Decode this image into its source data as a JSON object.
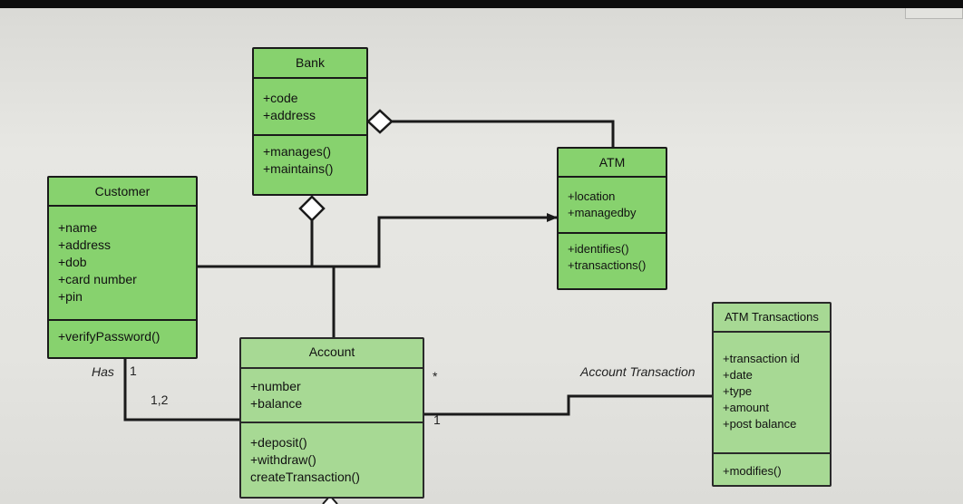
{
  "classes": {
    "bank": {
      "name": "Bank",
      "attributes": [
        "+code",
        "+address"
      ],
      "operations": [
        "+manages()",
        "+maintains()"
      ]
    },
    "atm": {
      "name": "ATM",
      "attributes": [
        "+location",
        "+managedby"
      ],
      "operations": [
        "+identifies()",
        "+transactions()"
      ]
    },
    "customer": {
      "name": "Customer",
      "attributes": [
        "+name",
        "+address",
        "+dob",
        "+card number",
        "+pin"
      ],
      "operations": [
        "+verifyPassword()"
      ]
    },
    "account": {
      "name": "Account",
      "attributes": [
        "+number",
        "+balance"
      ],
      "operations": [
        "+deposit()",
        "+withdraw()",
        "createTransaction()"
      ]
    },
    "atm_transactions": {
      "name": "ATM Transactions",
      "attributes": [
        "+transaction id",
        "+date",
        "+type",
        "+amount",
        "+post balance"
      ],
      "operations": [
        "+modifies()"
      ]
    }
  },
  "labels": {
    "has": "Has",
    "mult_customer": "1",
    "mult_account_customer": "1,2",
    "mult_account_star": "*",
    "mult_account_one": "1",
    "account_transaction": "Account Transaction"
  },
  "colors": {
    "class_fill": "#87d26e",
    "class_fill_light": "#a7d994",
    "line": "#1a1a1a"
  }
}
